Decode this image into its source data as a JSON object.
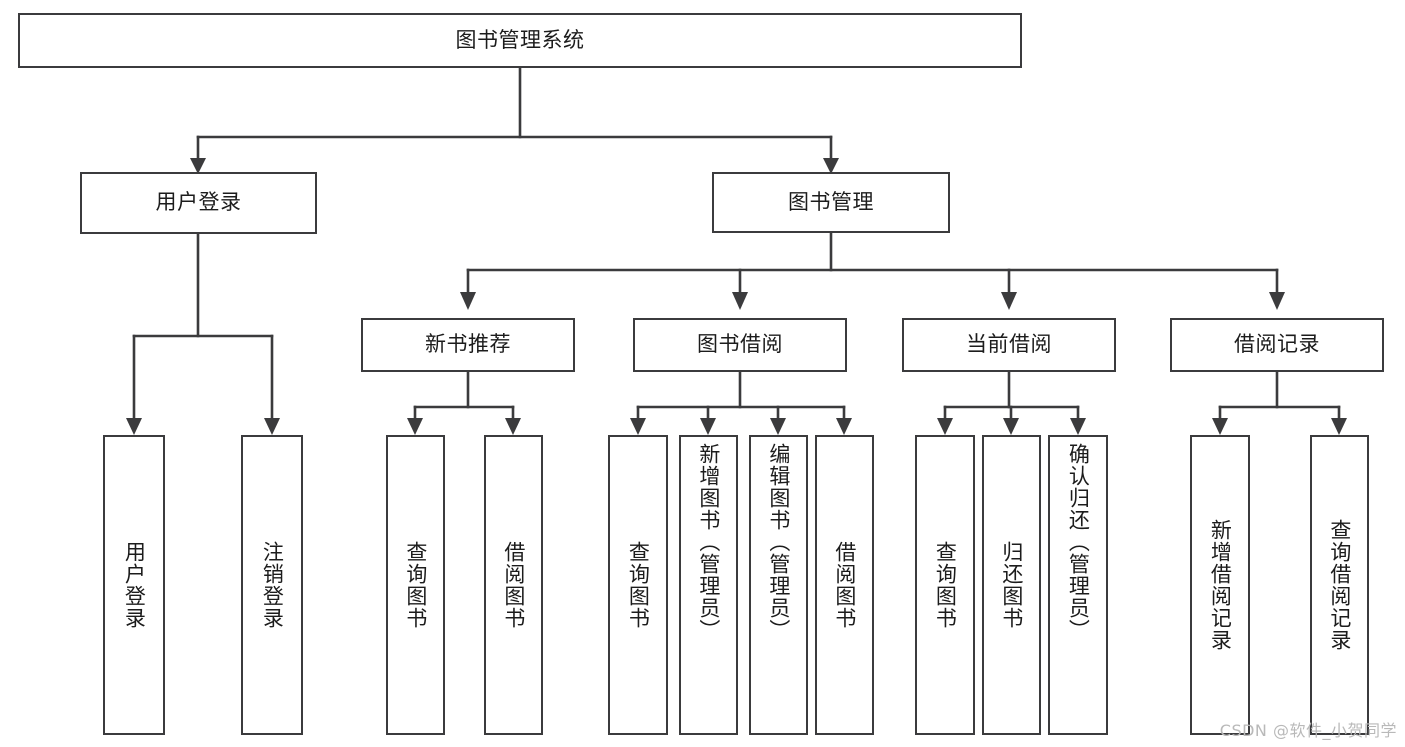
{
  "diagram": {
    "type": "hierarchy-tree",
    "title": "图书管理系统",
    "nodes": {
      "root": {
        "label": "图书管理系统"
      },
      "level1": [
        {
          "id": "user-login",
          "label": "用户登录"
        },
        {
          "id": "book-manage",
          "label": "图书管理"
        }
      ],
      "level2": [
        {
          "id": "new-book-recommend",
          "label": "新书推荐"
        },
        {
          "id": "book-borrow",
          "label": "图书借阅"
        },
        {
          "id": "current-borrow",
          "label": "当前借阅"
        },
        {
          "id": "borrow-record",
          "label": "借阅记录"
        }
      ],
      "leaves": {
        "user_login": [
          {
            "id": "leaf-user-login",
            "label": "用户登录"
          },
          {
            "id": "leaf-logout-login",
            "label": "注销登录"
          }
        ],
        "new_book_recommend": [
          {
            "id": "leaf-query-book-1",
            "label": "查询图书"
          },
          {
            "id": "leaf-borrow-book-1",
            "label": "借阅图书"
          }
        ],
        "book_borrow": [
          {
            "id": "leaf-query-book-2",
            "label": "查询图书"
          },
          {
            "id": "leaf-add-book",
            "label": "新增图书（管理员）"
          },
          {
            "id": "leaf-edit-book",
            "label": "编辑图书（管理员）"
          },
          {
            "id": "leaf-borrow-book-2",
            "label": "借阅图书"
          }
        ],
        "current_borrow": [
          {
            "id": "leaf-query-book-3",
            "label": "查询图书"
          },
          {
            "id": "leaf-return-book",
            "label": "归还图书"
          },
          {
            "id": "leaf-confirm-return",
            "label": "确认归还（管理员）"
          }
        ],
        "borrow_record": [
          {
            "id": "leaf-add-record",
            "label": "新增借阅记录"
          },
          {
            "id": "leaf-query-record",
            "label": "查询借阅记录"
          }
        ]
      }
    },
    "colors": {
      "border": "#3b3b3d",
      "text": "#1c1c1c",
      "background": "#ffffff",
      "watermark": "#b9b9b9"
    }
  },
  "watermark": {
    "text": "CSDN @软件_小贺同学"
  }
}
